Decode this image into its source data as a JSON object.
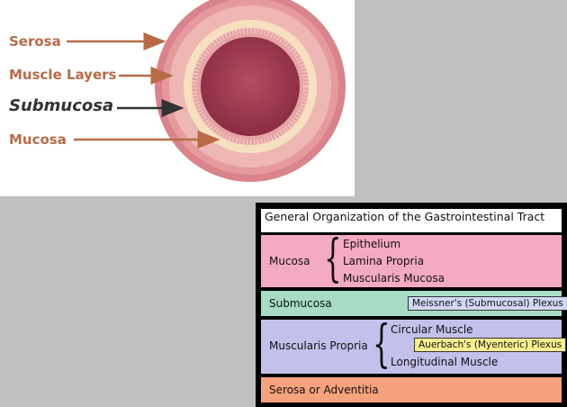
{
  "cross_section": {
    "labels": [
      "Serosa",
      "Muscle Layers",
      "Submucosa",
      "Mucosa"
    ],
    "colors": {
      "serosa": "#d9848c",
      "muscle": "#eeb7b3",
      "submucosa_band": "#f6e0c0",
      "mucosa": "#e6a4a4",
      "lumen": "#9b3a4e",
      "arrow_orange": "#b86a48",
      "arrow_dark": "#333333"
    }
  },
  "gi_diagram": {
    "title": "General Organization of the Gastrointestinal Tract",
    "layers": [
      {
        "name": "Mucosa",
        "color": "#f4a9c4",
        "sublayers": [
          "Epithelium",
          "Lamina Propria",
          "Muscularis Mucosa"
        ]
      },
      {
        "name": "Submucosa",
        "color": "#a8dcc4",
        "plexus": "Meissner's (Submucosal) Plexus",
        "plexus_color": "#d0d8f4"
      },
      {
        "name": "Muscularis Propria",
        "color": "#c4c0ec",
        "sublayers": [
          "Circular Muscle",
          "Longitudinal Muscle"
        ],
        "plexus": "Auerbach's (Myenteric) Plexus",
        "plexus_color": "#f8f090"
      },
      {
        "name": "Serosa or Adventitia",
        "color": "#f5a27e"
      }
    ]
  }
}
